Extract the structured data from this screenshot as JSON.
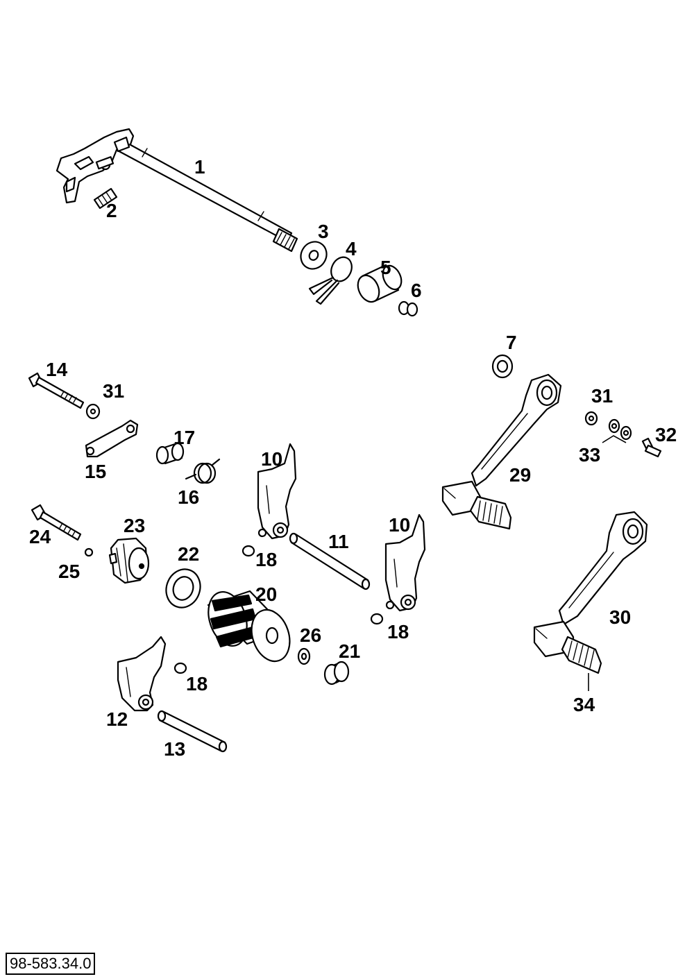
{
  "document_number": "98-583.34.0",
  "parts": [
    {
      "label": "1",
      "icon": "shift-shaft-icon"
    },
    {
      "label": "2",
      "icon": "spring-icon"
    },
    {
      "label": "3",
      "icon": "washer-icon"
    },
    {
      "label": "4",
      "icon": "spring-clip-icon"
    },
    {
      "label": "5",
      "icon": "bushing-icon"
    },
    {
      "label": "6",
      "icon": "oring-icon"
    },
    {
      "label": "7",
      "icon": "seal-ring-icon"
    },
    {
      "label": "10",
      "icon": "shift-fork-icon"
    },
    {
      "label": "10",
      "icon": "shift-fork-icon"
    },
    {
      "label": "11",
      "icon": "fork-rod-icon"
    },
    {
      "label": "12",
      "icon": "shift-fork-icon"
    },
    {
      "label": "13",
      "icon": "fork-rod-icon"
    },
    {
      "label": "14",
      "icon": "bolt-icon"
    },
    {
      "label": "15",
      "icon": "locking-lever-icon"
    },
    {
      "label": "16",
      "icon": "torsion-spring-icon"
    },
    {
      "label": "17",
      "icon": "sleeve-icon"
    },
    {
      "label": "18",
      "icon": "roller-icon"
    },
    {
      "label": "18",
      "icon": "roller-icon"
    },
    {
      "label": "18",
      "icon": "roller-icon"
    },
    {
      "label": "20",
      "icon": "shift-drum-icon"
    },
    {
      "label": "21",
      "icon": "bearing-ring-icon"
    },
    {
      "label": "22",
      "icon": "bearing-icon"
    },
    {
      "label": "23",
      "icon": "shift-drum-locator-icon"
    },
    {
      "label": "24",
      "icon": "bolt-icon"
    },
    {
      "label": "25",
      "icon": "pin-icon"
    },
    {
      "label": "26",
      "icon": "washer-icon"
    },
    {
      "label": "29",
      "icon": "shift-lever-icon"
    },
    {
      "label": "30",
      "icon": "shift-lever-icon"
    },
    {
      "label": "31",
      "icon": "washer-icon"
    },
    {
      "label": "31",
      "icon": "washer-icon"
    },
    {
      "label": "32",
      "icon": "bolt-icon"
    },
    {
      "label": "33",
      "icon": "washer-icon"
    },
    {
      "label": "34",
      "icon": "shift-lever-rubber-icon"
    }
  ]
}
